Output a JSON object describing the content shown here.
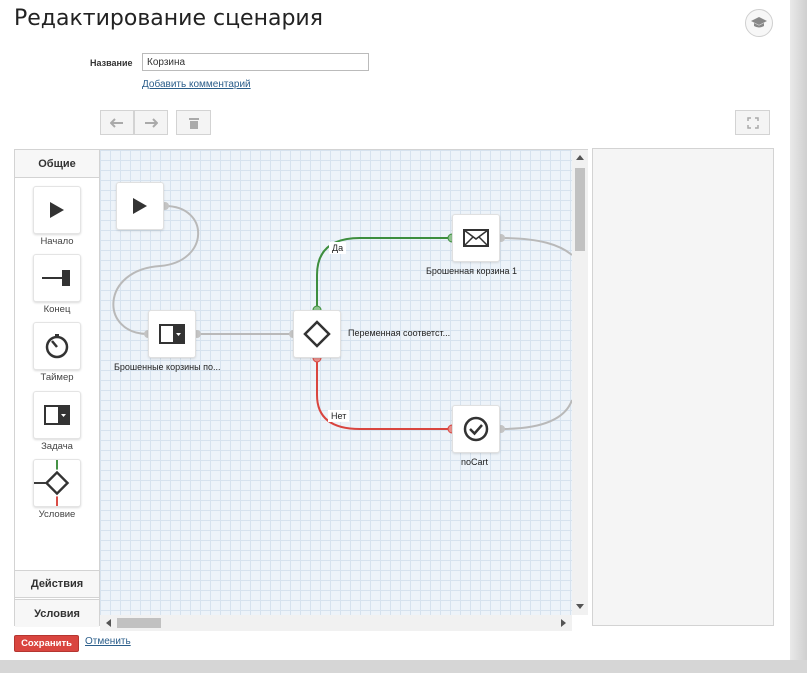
{
  "page": {
    "title": "Редактирование сценария"
  },
  "form": {
    "name_label": "Название",
    "name_value": "Корзина",
    "add_comment": "Добавить комментарий"
  },
  "palette": {
    "tab_general": "Общие",
    "tab_actions": "Действия",
    "tab_conditions": "Условия",
    "items": [
      {
        "label": "Начало",
        "icon": "play-icon"
      },
      {
        "label": "Конец",
        "icon": "end-icon"
      },
      {
        "label": "Таймер",
        "icon": "timer-icon"
      },
      {
        "label": "Задача",
        "icon": "task-icon"
      },
      {
        "label": "Условие",
        "icon": "condition-icon"
      }
    ]
  },
  "canvas": {
    "nodes": {
      "task": "Брошенные корзины по...",
      "condition": "Переменная соответст...",
      "email": "Брошенная корзина 1",
      "nocart": "noCart"
    },
    "edges": {
      "yes": "Да",
      "no": "Нет"
    },
    "colors": {
      "yes": "#3e8e3e",
      "no": "#d9453f",
      "neutral": "#b9b9b9"
    }
  },
  "footer": {
    "save": "Сохранить",
    "cancel": "Отменить"
  }
}
